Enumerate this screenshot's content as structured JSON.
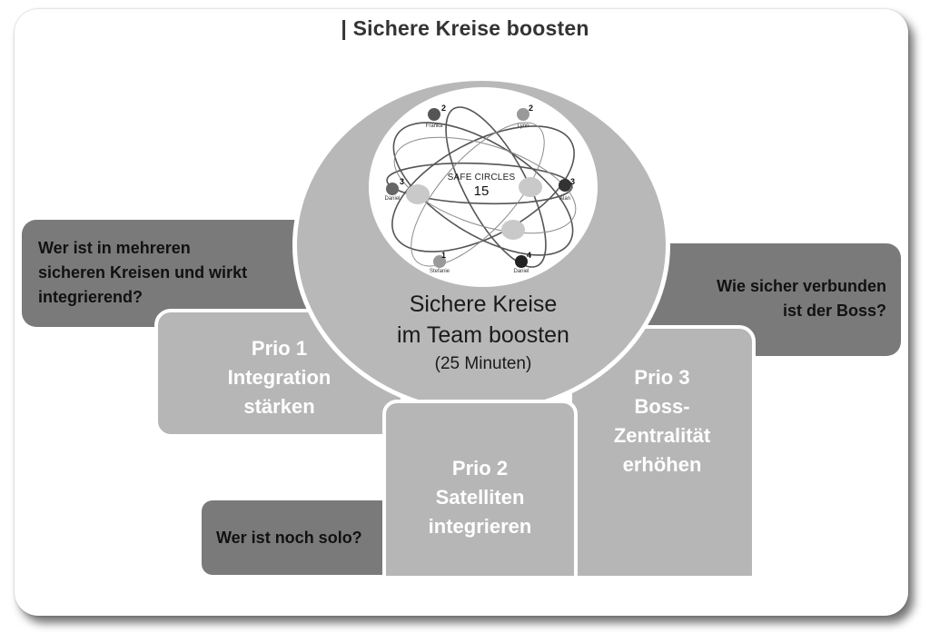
{
  "title": "| Sichere Kreise boosten",
  "center": {
    "line1": "Sichere Kreise",
    "line2": "im Team boosten",
    "duration": "(25 Minuten)"
  },
  "graphic": {
    "title": "SAFE CIRCLES",
    "count": "15",
    "nodes": [
      {
        "name": "Franka",
        "count": "2"
      },
      {
        "name": "Lynn",
        "count": "2"
      },
      {
        "name": "Daniel",
        "count": "3"
      },
      {
        "name": "Alan",
        "count": "3"
      },
      {
        "name": "Stefanie",
        "count": "1"
      },
      {
        "name": "Daniel",
        "count": "4"
      }
    ]
  },
  "questions": {
    "q1": [
      "Wer ist in mehreren",
      "sicheren Kreisen und wirkt",
      "integrierend?"
    ],
    "q2": [
      "Wie sicher verbunden",
      "ist der Boss?"
    ],
    "q3": "Wer ist noch solo?"
  },
  "prios": {
    "p1": [
      "Prio 1",
      "Integration",
      "stärken"
    ],
    "p2": [
      "Prio 2",
      "Satelliten",
      "integrieren"
    ],
    "p3": [
      "Prio 3",
      "Boss-",
      "Zentralität",
      "erhöhen"
    ]
  },
  "colors": {
    "question_box": "#7a7a7a",
    "prio_box": "#b6b6b6",
    "circle": "#b8b8b8"
  }
}
